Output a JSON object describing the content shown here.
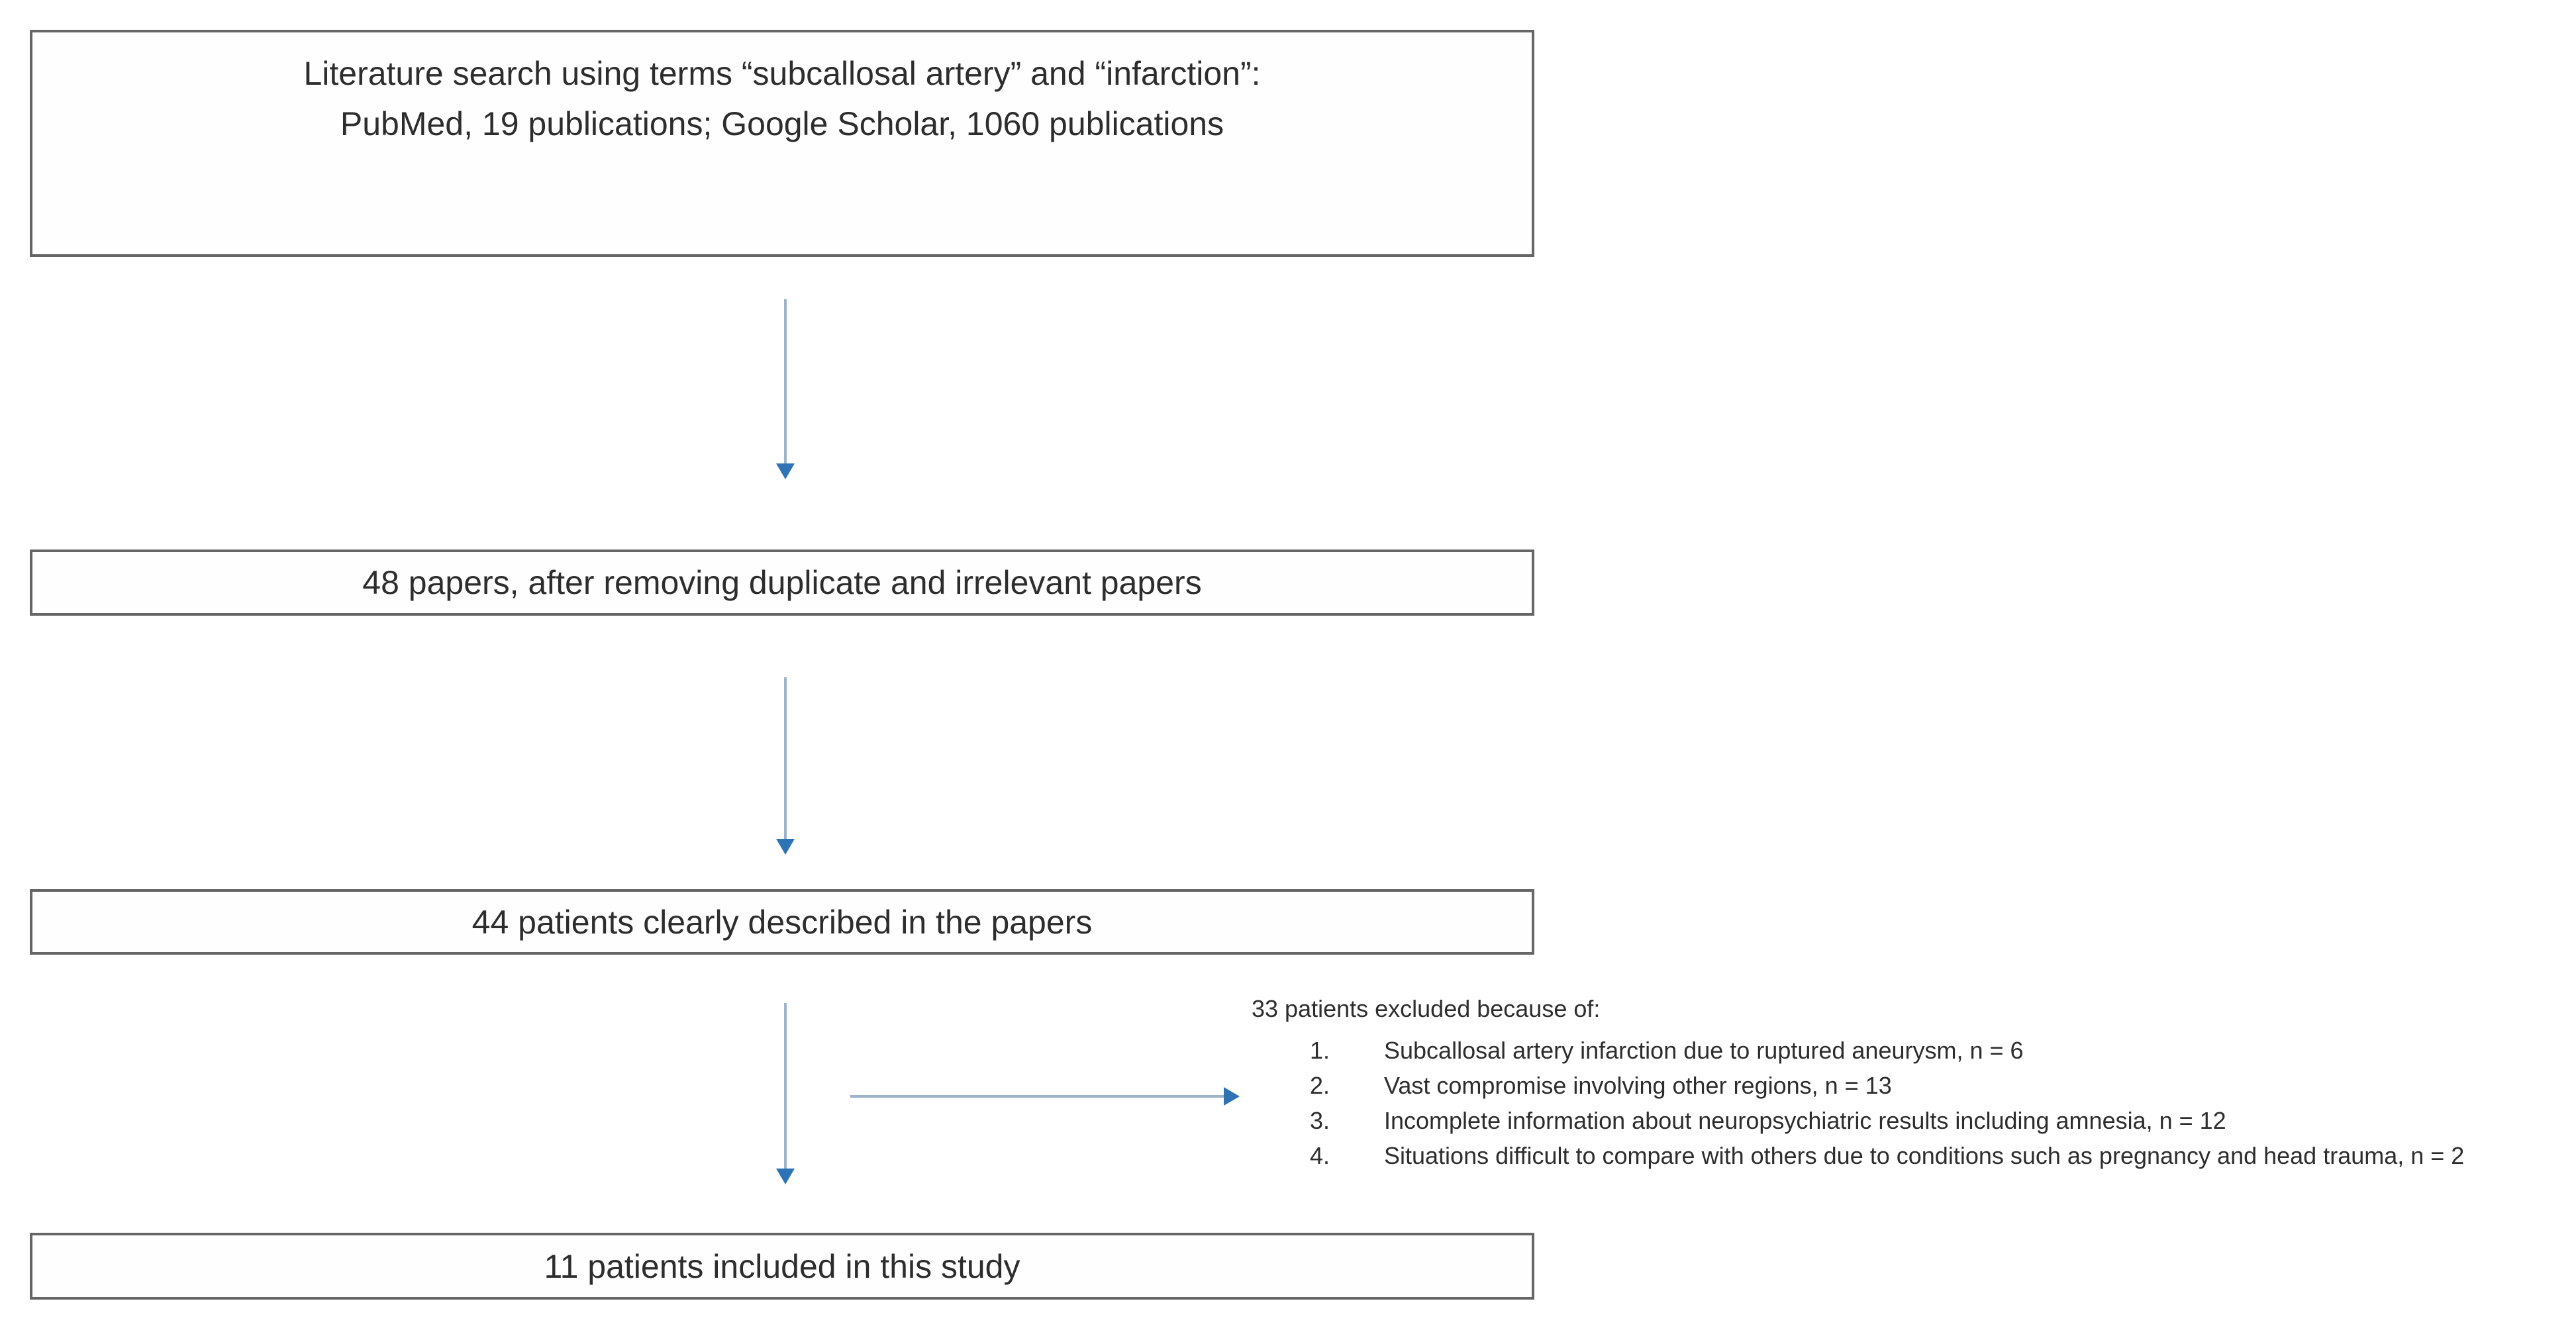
{
  "boxes": {
    "search": {
      "line1": "Literature search using terms “subcallosal artery” and “infarction”:",
      "line2": "PubMed, 19 publications; Google Scholar, 1060 publications"
    },
    "screened": {
      "text": "48 papers, after removing duplicate and irrelevant papers"
    },
    "described": {
      "text": "44 patients clearly described in the papers"
    },
    "included": {
      "text": "11 patients included in this study"
    }
  },
  "exclusions": {
    "header": "33 patients excluded because of:",
    "items": [
      {
        "num": "1.",
        "text": "Subcallosal artery infarction due to ruptured aneurysm, n = 6"
      },
      {
        "num": "2.",
        "text": "Vast compromise involving other regions, n = 13"
      },
      {
        "num": "3.",
        "text": "Incomplete information about neuropsychiatric results including amnesia, n = 12"
      },
      {
        "num": "4.",
        "text": "Situations difficult to compare with others due to conditions such as pregnancy and head trauma, n = 2"
      }
    ]
  },
  "colors": {
    "arrow_shaft": "#9cb3c9",
    "arrow_head": "#2e74b5",
    "box_border": "#666666",
    "text": "#2d2d2d",
    "background": "#ffffff"
  }
}
